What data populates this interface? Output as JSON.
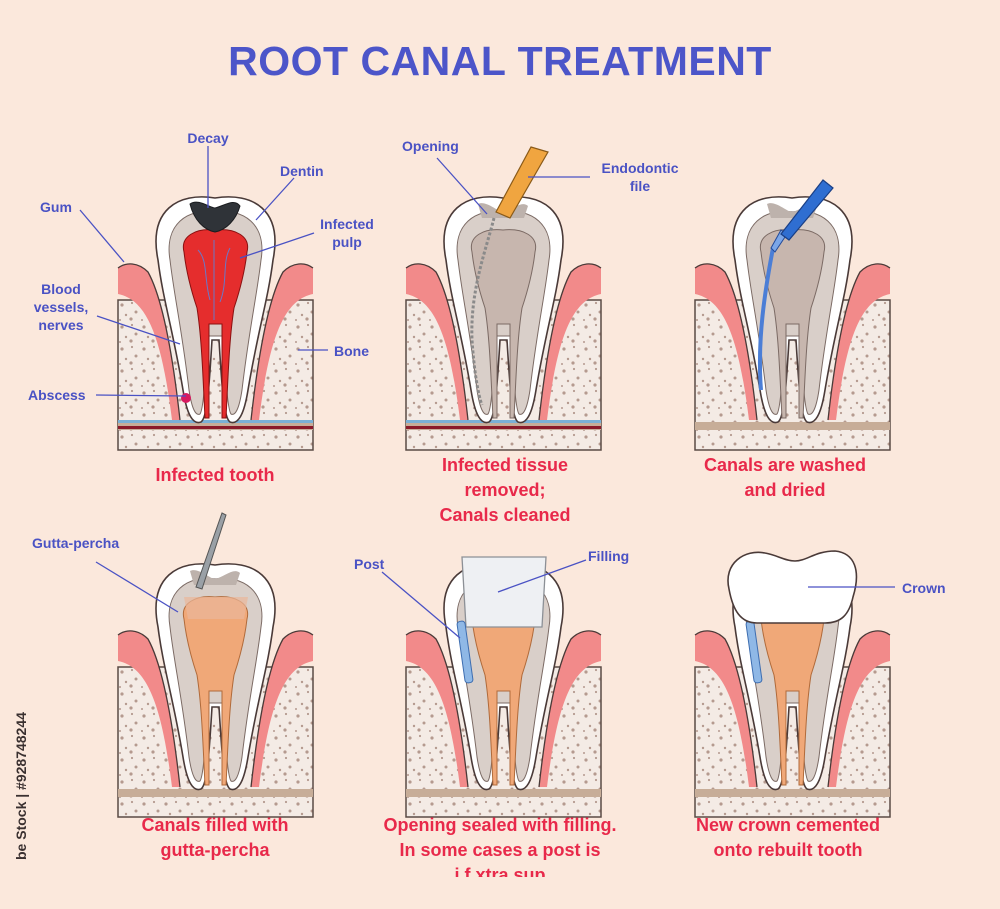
{
  "title": "ROOT CANAL TREATMENT",
  "colors": {
    "title": "#4c55c9",
    "caption": "#e8294a",
    "label": "#4a52c4",
    "background": "#fbe8dc",
    "gum": "#f28a8a",
    "bone": "#f4ebe5",
    "enamel": "#ffffff",
    "dentin": "#d9cfc9",
    "pulp_infected": "#e52d2d",
    "gutta_percha": "#f0a878",
    "crown": "#ffffff",
    "file": "#f0a540",
    "syringe": "#2f6ed1"
  },
  "steps": [
    {
      "caption": "Infected tooth",
      "state": "infected",
      "labels": {
        "decay": "Decay",
        "dentin": "Dentin",
        "gum": "Gum",
        "infected_pulp": "Infected\npulp",
        "blood_vessels": "Blood\nvessels,\nnerves",
        "bone": "Bone",
        "abscess": "Abscess"
      }
    },
    {
      "caption": "Infected tissue\nremoved;\nCanals cleaned",
      "state": "cleaning",
      "labels": {
        "opening": "Opening",
        "endodontic_file": "Endodontic\nfile"
      }
    },
    {
      "caption": "Canals are  washed\nand dried",
      "state": "washing",
      "labels": {}
    },
    {
      "caption": "Canals filled with\ngutta-percha",
      "state": "filling",
      "labels": {
        "gutta_percha": "Gutta-percha"
      }
    },
    {
      "caption": "Opening sealed with filling.\nIn some cases  a post is\n   i f   xtra sup",
      "state": "sealed",
      "labels": {
        "post": "Post",
        "filling": "Filling"
      }
    },
    {
      "caption": "New crown cemented\nonto rebuilt tooth",
      "state": "crown",
      "labels": {
        "crown": "Crown"
      }
    }
  ],
  "watermark": "be Stock | #928748244"
}
